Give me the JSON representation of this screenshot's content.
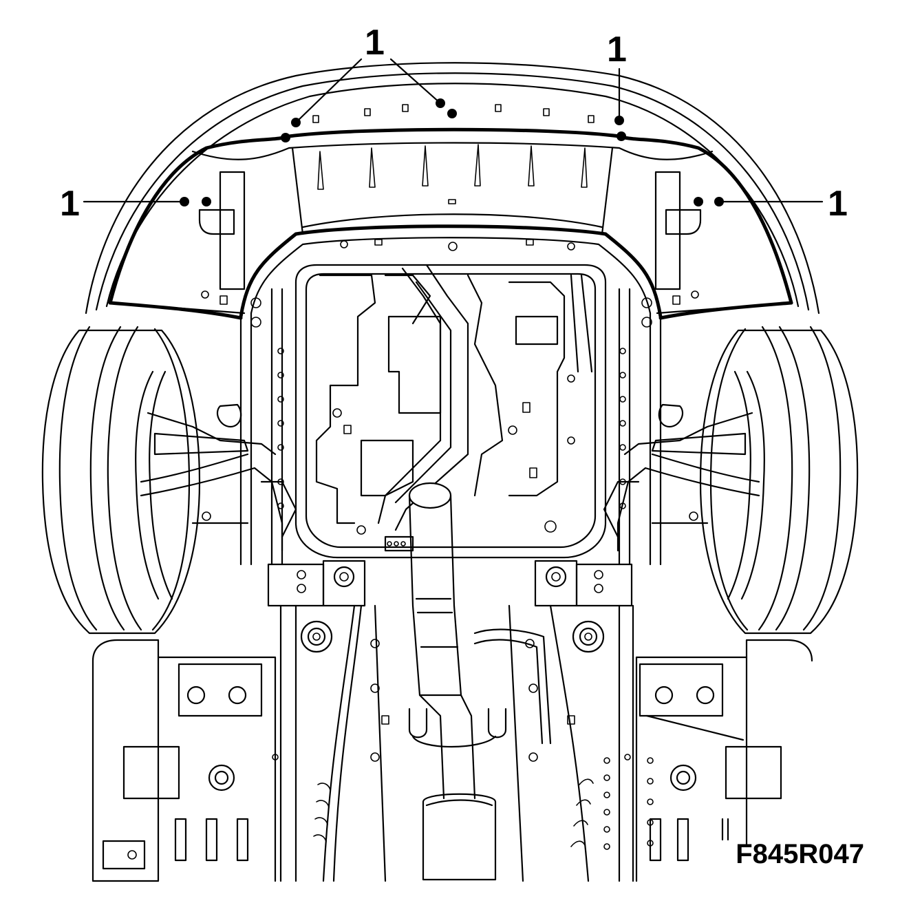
{
  "callouts": {
    "top_left": "1",
    "top_right": "1",
    "side_left": "1",
    "side_right": "1"
  },
  "figure_code": "F845R047",
  "colors": {
    "line": "#000000",
    "background": "#ffffff"
  }
}
